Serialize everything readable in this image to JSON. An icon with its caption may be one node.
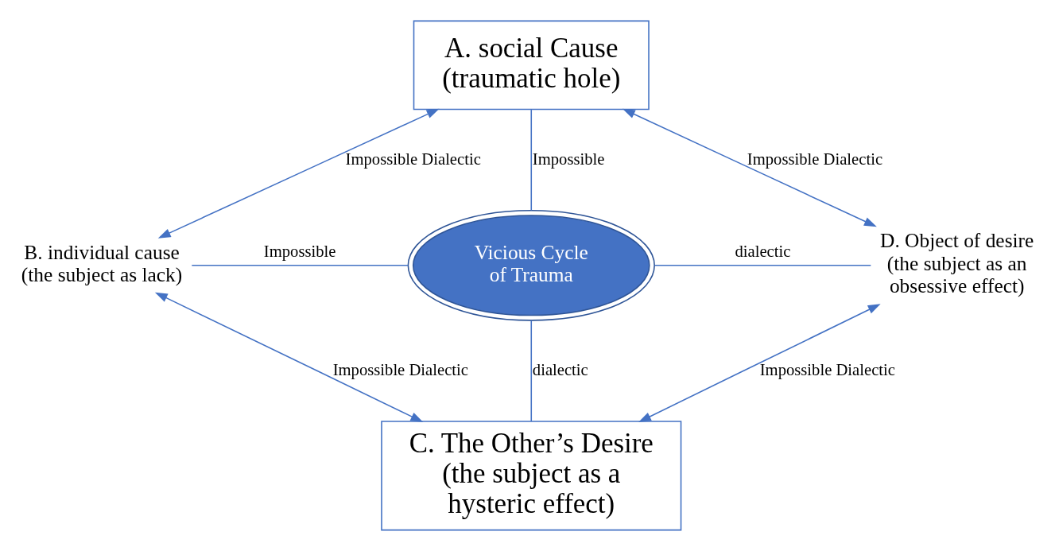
{
  "diagram": {
    "nodes": [
      {
        "text": [
          "A. social Cause (traumatic hole)"
        ]
      },
      {
        "text": [
          "B. individual cause (the subject as lack)"
        ]
      },
      {
        "text": [
          "Vicious Cycle of Trauma"
        ]
      },
      {
        "text": [
          "D. Object of desire (the subject as an obsessive effect)"
        ]
      },
      {
        "text": [
          "C. The Other’s Desire (the subject as a hysteric effect)"
        ]
      }
    ],
    "edges": [
      {
        "from": 1,
        "to": 0,
        "arrow": "both",
        "label": "Impossible Dialectic"
      },
      {
        "from": 0,
        "to": 3,
        "arrow": "both",
        "label": "Impossible Dialectic"
      },
      {
        "from": 0,
        "to": 2,
        "arrow": "none",
        "label": "Impossible"
      },
      {
        "from": 1,
        "to": 2,
        "arrow": "none",
        "label": "Impossible"
      },
      {
        "from": 2,
        "to": 3,
        "arrow": "none",
        "label": "dialectic"
      },
      {
        "from": 2,
        "to": 4,
        "arrow": "none",
        "label": "dialectic"
      },
      {
        "from": 1,
        "to": 4,
        "arrow": "both",
        "label": "Impossible Dialectic"
      },
      {
        "from": 3,
        "to": 4,
        "arrow": "both",
        "label": "Impossible Dialectic"
      }
    ]
  }
}
